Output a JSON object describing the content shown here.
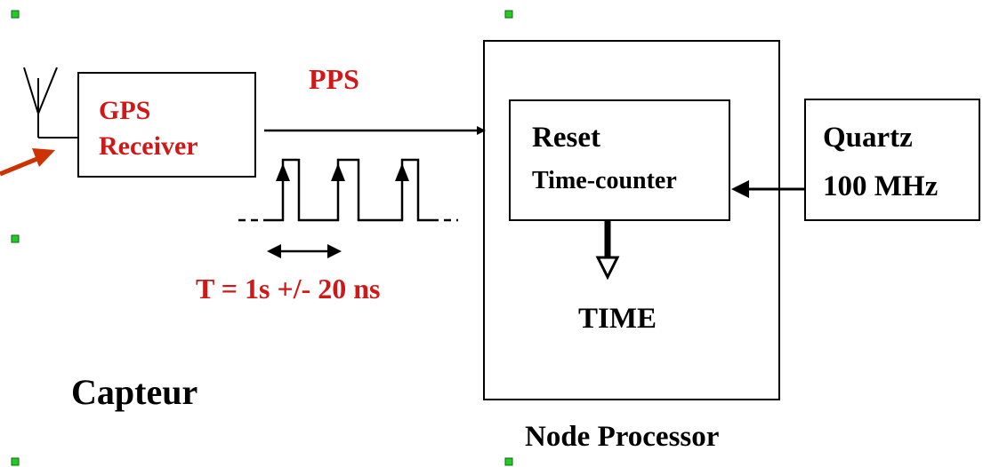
{
  "colors": {
    "accent": "#d01818",
    "lines": "#000000",
    "handle": "#22aa22"
  },
  "labels": {
    "gps_line1": "GPS",
    "gps_line2": "Receiver",
    "pps": "PPS",
    "period": "T = 1s +/- 20 ns",
    "capteur": "Capteur",
    "reset": "Reset",
    "time_counter": "Time-counter",
    "time": "TIME",
    "quartz_line1": "Quartz",
    "quartz_line2": "100 MHz",
    "node_processor": "Node Processor"
  },
  "icons": {
    "antenna": "antenna-icon",
    "pointer": "red-arrow-pointer-icon"
  }
}
